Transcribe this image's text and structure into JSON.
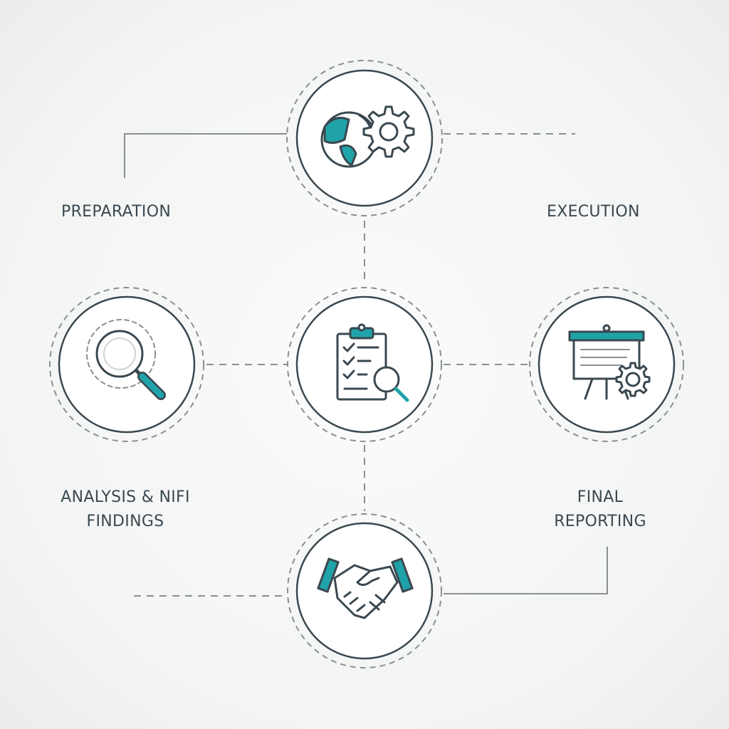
{
  "colors": {
    "accent": "#1fa3a8",
    "stroke": "#3a4850",
    "connector": "#8a8f92"
  },
  "nodes": [
    {
      "name": "preparation-node",
      "icon": "globe-gear-icon"
    },
    {
      "name": "execution-node",
      "icon": "presentation-board-gear-icon"
    },
    {
      "name": "center-node",
      "icon": "checklist-magnifier-icon"
    },
    {
      "name": "analysis-node",
      "icon": "magnifying-glass-icon"
    },
    {
      "name": "final-reporting-node",
      "icon": "handshake-icon"
    }
  ],
  "labels": {
    "preparation": "PREPARATION",
    "execution": "EXECUTION",
    "analysis_line1": "ANALYSIS & NIFI",
    "analysis_line2": "FINDINGS",
    "final_line1": "FINAL",
    "final_line2": "REPORTING"
  }
}
